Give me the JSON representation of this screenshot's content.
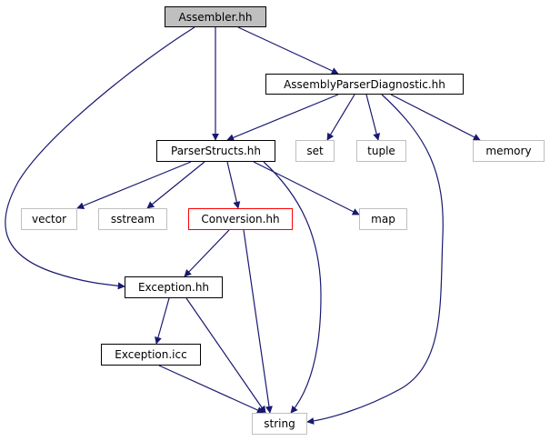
{
  "nodes": {
    "assembler_hh": "Assembler.hh",
    "assembly_parser_diagnostic_hh": "AssemblyParserDiagnostic.hh",
    "parser_structs_hh": "ParserStructs.hh",
    "set": "set",
    "tuple": "tuple",
    "memory": "memory",
    "vector": "vector",
    "sstream": "sstream",
    "conversion_hh": "Conversion.hh",
    "map": "map",
    "exception_hh": "Exception.hh",
    "exception_icc": "Exception.icc",
    "string": "string"
  },
  "edges": [
    [
      "assembler_hh",
      "assembly_parser_diagnostic_hh"
    ],
    [
      "assembler_hh",
      "parser_structs_hh"
    ],
    [
      "assembler_hh",
      "exception_hh"
    ],
    [
      "assembly_parser_diagnostic_hh",
      "parser_structs_hh"
    ],
    [
      "assembly_parser_diagnostic_hh",
      "set"
    ],
    [
      "assembly_parser_diagnostic_hh",
      "tuple"
    ],
    [
      "assembly_parser_diagnostic_hh",
      "memory"
    ],
    [
      "assembly_parser_diagnostic_hh",
      "string"
    ],
    [
      "parser_structs_hh",
      "vector"
    ],
    [
      "parser_structs_hh",
      "sstream"
    ],
    [
      "parser_structs_hh",
      "conversion_hh"
    ],
    [
      "parser_structs_hh",
      "map"
    ],
    [
      "parser_structs_hh",
      "string"
    ],
    [
      "conversion_hh",
      "exception_hh"
    ],
    [
      "conversion_hh",
      "string"
    ],
    [
      "exception_hh",
      "exception_icc"
    ],
    [
      "exception_hh",
      "string"
    ],
    [
      "exception_icc",
      "string"
    ]
  ],
  "colors": {
    "edge": "#191970",
    "root_fill": "#bfbfbf",
    "node_border": "#000000",
    "system_header_border": "#bfbfbf",
    "truncated_node_border": "#ff0000"
  }
}
